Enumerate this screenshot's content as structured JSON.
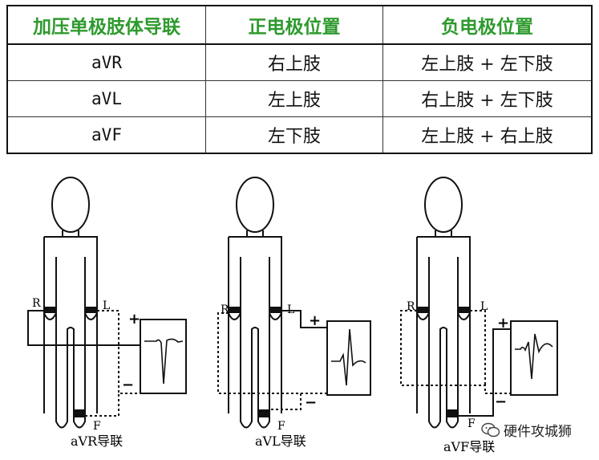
{
  "table": {
    "headers": [
      "加压单极肢体导联",
      "正电极位置",
      "负电极位置"
    ],
    "rows": [
      [
        "aVR",
        "右上肢",
        "左上肢 + 左下肢"
      ],
      [
        "aVL",
        "左上肢",
        "右上肢 + 左下肢"
      ],
      [
        "aVF",
        "左下肢",
        "左上肢 + 右上肢"
      ]
    ],
    "header_color": "#2e9a2e"
  },
  "figures": [
    {
      "caption": "aVR导联",
      "label_r": "R",
      "label_l": "L",
      "label_f": "F",
      "plus": "+",
      "minus": "−"
    },
    {
      "caption": "aVL导联",
      "label_r": "R",
      "label_l": "L",
      "label_f": "F",
      "plus": "+",
      "minus": "−"
    },
    {
      "caption": "aVF导联",
      "label_r": "R",
      "label_l": "L",
      "label_f": "F",
      "plus": "+",
      "minus": "−"
    }
  ],
  "watermark": {
    "text": "硬件攻城狮",
    "icon": "wechat-icon"
  }
}
